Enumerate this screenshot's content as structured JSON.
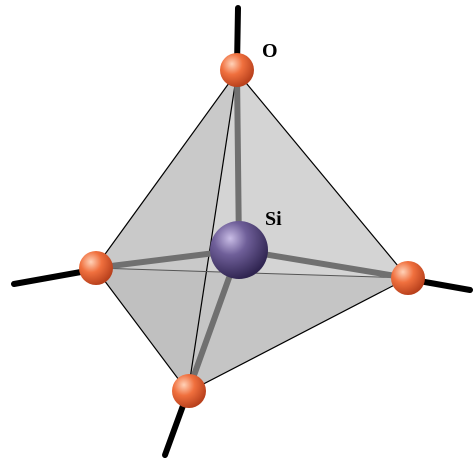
{
  "labels": {
    "oxygen": "O",
    "silicon": "Si"
  },
  "colors": {
    "background": "#ffffff",
    "tetrahedron_face": "#c8c8c8",
    "tetrahedron_edge": "#000000",
    "bond": "#6e6e6e",
    "external_bond": "#000000",
    "oxygen": "#e8663a",
    "silicon": "#5f4f86"
  },
  "atoms": {
    "silicon_count": 1,
    "oxygen_count": 4
  }
}
